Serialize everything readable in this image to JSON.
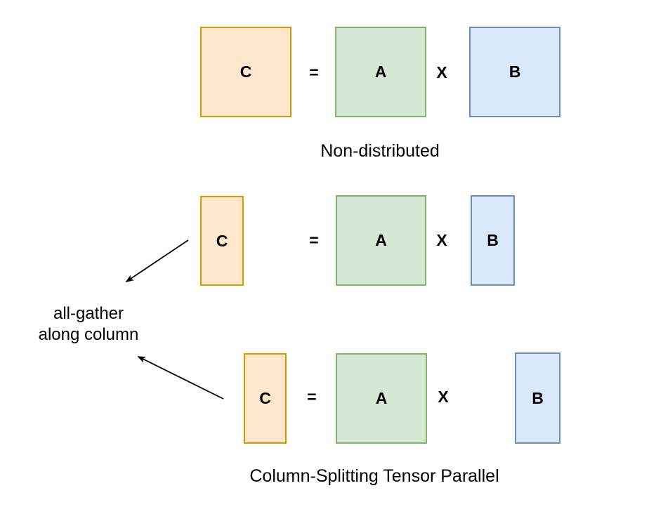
{
  "diagram": {
    "rows": [
      {
        "caption": "Non-distributed",
        "c_label": "C",
        "equals_label": "=",
        "a_label": "A",
        "times_label": "X",
        "b_label": "B"
      },
      {
        "c_label": "C",
        "equals_label": "=",
        "a_label": "A",
        "times_label": "X",
        "b_label": "B"
      },
      {
        "caption": "Column-Splitting Tensor Parallel",
        "c_label": "C",
        "equals_label": "=",
        "a_label": "A",
        "times_label": "X",
        "b_label": "B"
      }
    ],
    "annotation": {
      "line1": "all-gather",
      "line2": "along column"
    },
    "colors": {
      "matrix_c_fill": "#FFE6CC",
      "matrix_c_stroke": "#D79B00",
      "matrix_a_fill": "#D5E8D4",
      "matrix_a_stroke": "#82B366",
      "matrix_b_fill": "#DAE8FC",
      "matrix_b_stroke": "#6C8EBF",
      "arrow": "#000000",
      "text": "#000000",
      "background": "#FFFFFF"
    }
  }
}
